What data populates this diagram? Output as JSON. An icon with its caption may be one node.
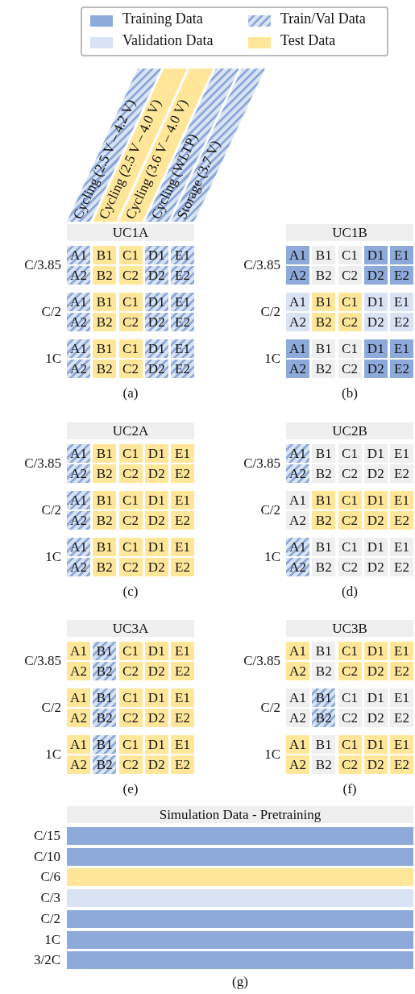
{
  "diagram": {
    "labels": [
      "Cycling (2.5 V – 4.2 V)",
      "Cycling (2.5 V – 4.0 V)",
      "Cycling (3.6 V – 4.0 V)",
      "Cycling (WLTP)",
      "Storage (3.7 V)",
      "UC1A",
      "C/3.85",
      "A1",
      "B1",
      "C1",
      "D1",
      "E1",
      "A2",
      "B2",
      "C2",
      "D2",
      "E2",
      "C/2",
      "A1",
      "B1",
      "C1",
      "D1",
      "E1",
      "A2",
      "B2",
      "C2",
      "D2",
      "E2",
      "1C",
      "A1",
      "B1",
      "C1",
      "D1",
      "E1",
      "A2",
      "B2",
      "C2",
      "D2",
      "E2",
      "(a)",
      "UC1B",
      "C/3.85",
      "A1",
      "B1",
      "C1",
      "D1",
      "E1",
      "A2",
      "B2",
      "C2",
      "D2",
      "E2",
      "C/2",
      "A1",
      "B1",
      "C1",
      "D1",
      "E1",
      "A2",
      "B2",
      "C2",
      "D2",
      "E2",
      "1C",
      "A1",
      "B1",
      "C1",
      "D1",
      "E1",
      "A2",
      "B2",
      "C2",
      "D2",
      "E2",
      "(b)",
      "UC2A",
      "C/3.85",
      "A1",
      "B1",
      "C1",
      "D1",
      "E1",
      "A2",
      "B2",
      "C2",
      "D2",
      "E2",
      "C/2",
      "A1",
      "B1",
      "C1",
      "D1",
      "E1",
      "A2",
      "B2",
      "C2",
      "D2",
      "E2",
      "1C",
      "A1",
      "B1",
      "C1",
      "D1",
      "E1",
      "A2",
      "B2",
      "C2",
      "D2",
      "E2",
      "(c)",
      "UC2B",
      "C/3.85",
      "A1",
      "B1",
      "C1",
      "D1",
      "E1",
      "A2",
      "B2",
      "C2",
      "D2",
      "E2",
      "C/2",
      "A1",
      "B1",
      "C1",
      "D1",
      "E1",
      "A2",
      "B2",
      "C2",
      "D2",
      "E2",
      "1C",
      "A1",
      "B1",
      "C1",
      "D1",
      "E1",
      "A2",
      "B2",
      "C2",
      "D2",
      "E2",
      "(d)",
      "UC3A",
      "C/3.85",
      "A1",
      "B1",
      "C1",
      "D1",
      "E1",
      "A2",
      "B2",
      "C2",
      "D2",
      "E2",
      "C/2",
      "A1",
      "B1",
      "C1",
      "D1",
      "E1",
      "A2",
      "B2",
      "C2",
      "D2",
      "E2",
      "1C",
      "A1",
      "B1",
      "C1",
      "D1",
      "E1",
      "A2",
      "B2",
      "C2",
      "D2",
      "E2",
      "(e)",
      "UC3B",
      "C/3.85",
      "A1",
      "B1",
      "C1",
      "D1",
      "E1",
      "A2",
      "B2",
      "C2",
      "D2",
      "E2",
      "C/2",
      "A1",
      "B1",
      "C1",
      "D1",
      "E1",
      "A2",
      "B2",
      "C2",
      "D2",
      "E2",
      "1C",
      "A1",
      "B1",
      "C1",
      "D1",
      "E1",
      "A2",
      "B2",
      "C2",
      "D2",
      "E2",
      "(f)",
      "Simulation Data - Pretraining",
      "C/15",
      "C/10",
      "C/6",
      "C/3",
      "C/2",
      "1C",
      "3/2C",
      "(g)"
    ],
    "legend": [
      {
        "text": "Training Data",
        "color": "#8eaadb"
      },
      {
        "text": "Train/Val Data"
      },
      {
        "text": "Validation Data",
        "color": "#dae3f3"
      },
      {
        "text": "Test Data",
        "color": "#ffe699"
      }
    ]
  }
}
